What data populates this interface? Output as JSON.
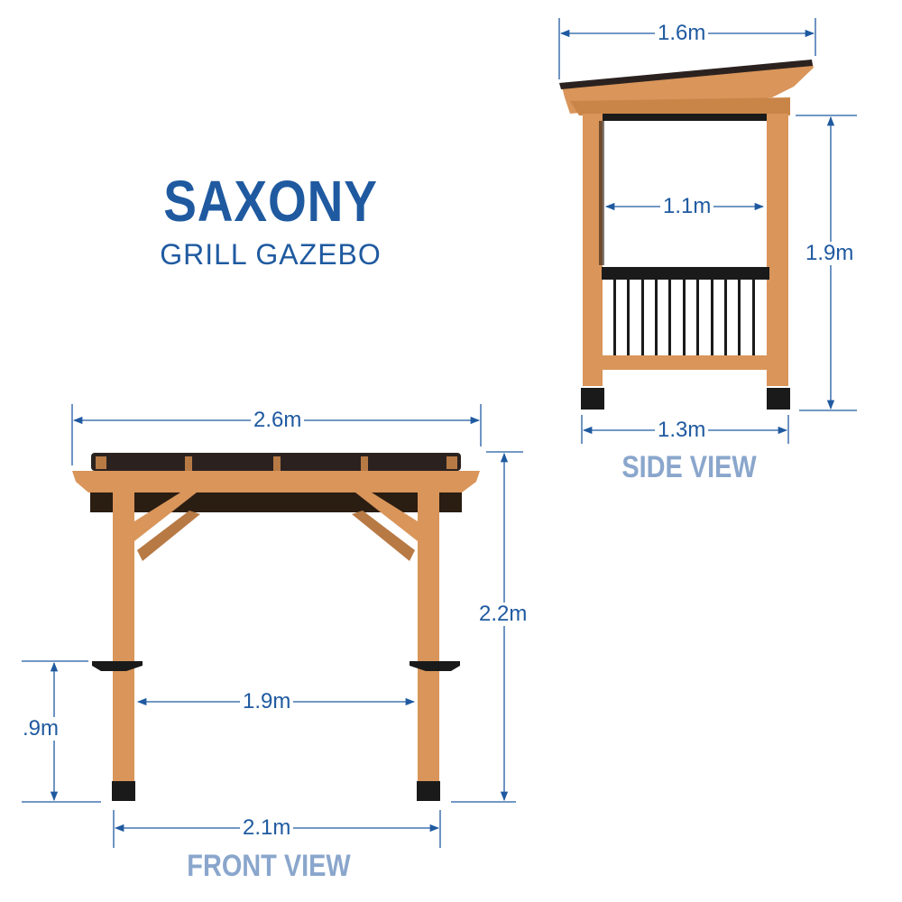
{
  "header": {
    "title": "SAXONY",
    "subtitle": "GRILL GAZEBO"
  },
  "colors": {
    "title_blue": "#1f5aa0",
    "label_light_blue": "#8aa6cc",
    "wood": "#d9955a",
    "roof": "#2b2220",
    "metal": "#1a1a1a"
  },
  "side_view": {
    "label": "SIDE VIEW",
    "dimensions": {
      "roof_depth": "1.6m",
      "inner_width": "1.1m",
      "height": "1.9m",
      "base_depth": "1.3m"
    }
  },
  "front_view": {
    "label": "FRONT VIEW",
    "dimensions": {
      "roof_width": "2.6m",
      "overall_height": "2.2m",
      "inner_width": "1.9m",
      "shelf_height": ".9m",
      "base_width": "2.1m"
    }
  }
}
